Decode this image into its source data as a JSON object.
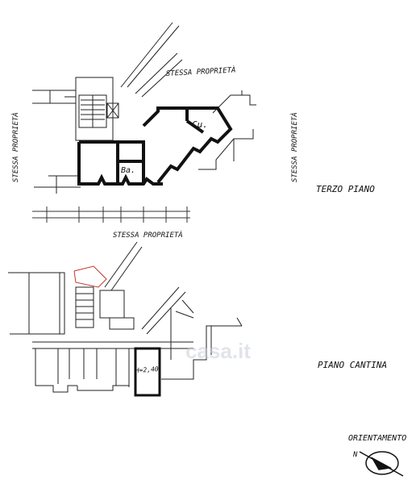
{
  "labels": {
    "top_property": "STESSA PROPRIETÀ",
    "left_property": "STESSA PROPRIETÀ",
    "right_property": "STESSA PROPRIETÀ",
    "mid_property": "STESSA PROPRIETÀ",
    "floor_top": "TERZO PIANO",
    "floor_bottom": "PIANO CANTINA",
    "room_cu": "Cu.",
    "room_ba": "Ba.",
    "room_h": "H=2,40",
    "orientation": "ORIENTAMENTO",
    "north": "N",
    "watermark": "casa.it"
  },
  "colors": {
    "wall": "#111111",
    "line": "#333333",
    "accent_red": "#c0392b"
  },
  "icons": {
    "compass": "north-arrow-icon"
  }
}
